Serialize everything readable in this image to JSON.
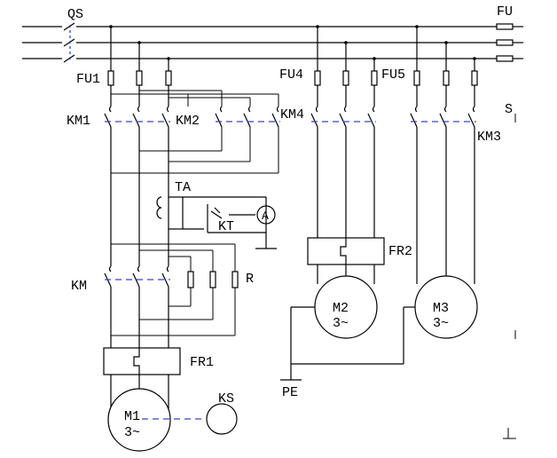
{
  "labels": {
    "qs": "QS",
    "fu_top": "FU",
    "fu1": "FU1",
    "fu4": "FU4",
    "fu5": "FU5",
    "km1": "KM1",
    "km2": "KM2",
    "km4": "KM4",
    "km3": "KM3",
    "s_partial": "S",
    "ta": "TA",
    "kt": "KT",
    "ammeter": "A",
    "km": "KM",
    "r": "R",
    "fr2": "FR2",
    "fr1": "FR1",
    "pe": "PE",
    "ks": "KS",
    "m1_name": "M1",
    "m1_type": "3~",
    "m2_name": "M2",
    "m2_type": "3~",
    "m3_name": "M3",
    "m3_type": "3~"
  }
}
